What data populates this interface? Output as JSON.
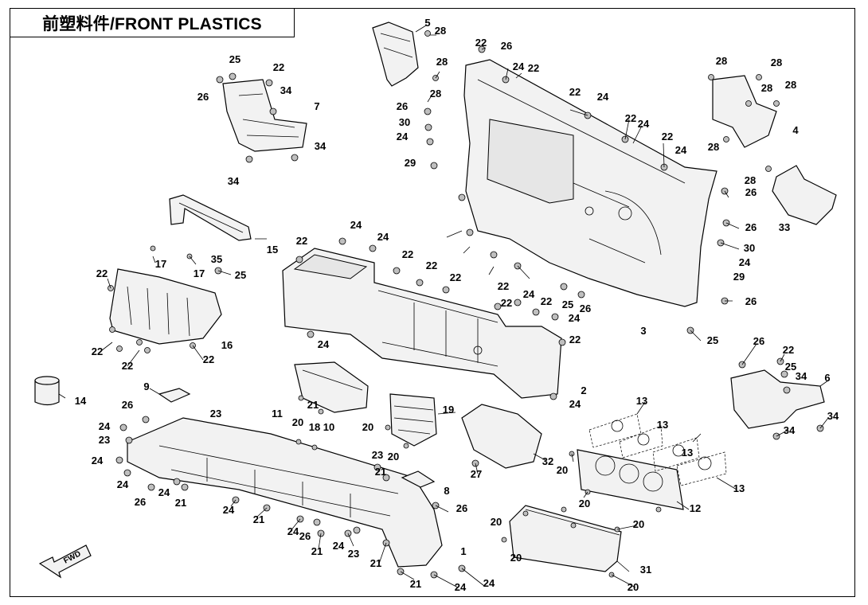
{
  "title": "前塑料件/FRONT PLASTICS",
  "fwd_label": "FWD",
  "labels": [
    "1",
    "2",
    "3",
    "4",
    "5",
    "6",
    "7",
    "8",
    "9",
    "10",
    "11",
    "12",
    "13",
    "14",
    "15",
    "16",
    "17",
    "18",
    "19",
    "20",
    "21",
    "22",
    "23",
    "24",
    "25",
    "26",
    "27",
    "28",
    "29",
    "30",
    "31",
    "32",
    "33",
    "34",
    "35"
  ]
}
